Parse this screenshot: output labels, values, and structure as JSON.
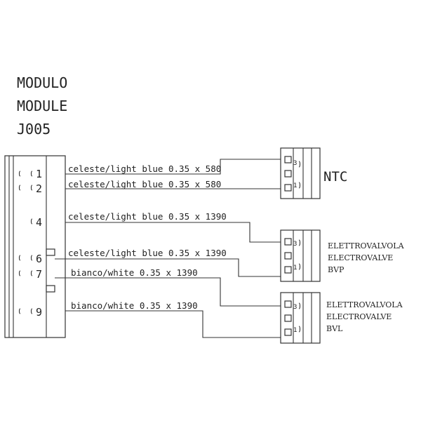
{
  "module": {
    "title_it": "MODULO",
    "title_en": "MODULE",
    "code": "J005",
    "pins": [
      "1",
      "2",
      "4",
      "6",
      "7",
      "9"
    ]
  },
  "wires": [
    {
      "pin": "1",
      "label": "celeste/light blue 0.35 x 580"
    },
    {
      "pin": "2",
      "label": "celeste/light blue 0.35 x 580"
    },
    {
      "pin": "4",
      "label": "celeste/light blue 0.35 x 1390"
    },
    {
      "pin": "6",
      "label": "celeste/light blue 0.35 x 1390"
    },
    {
      "pin": "7",
      "label": "bianco/white 0.35 x 1390"
    },
    {
      "pin": "9",
      "label": "bianco/white 0.35 x 1390"
    }
  ],
  "connectors": [
    {
      "name": "NTC",
      "pins": [
        "3",
        "1"
      ],
      "lines": [
        "NTC"
      ]
    },
    {
      "name": "BVP",
      "pins": [
        "3",
        "1"
      ],
      "lines": [
        "ELETTROVALVOLA",
        "ELECTROVALVE",
        "BVP"
      ]
    },
    {
      "name": "BVL",
      "pins": [
        "3",
        "1"
      ],
      "lines": [
        "ELETTROVALVOLA",
        "ELECTROVALVE",
        "BVL"
      ]
    }
  ]
}
